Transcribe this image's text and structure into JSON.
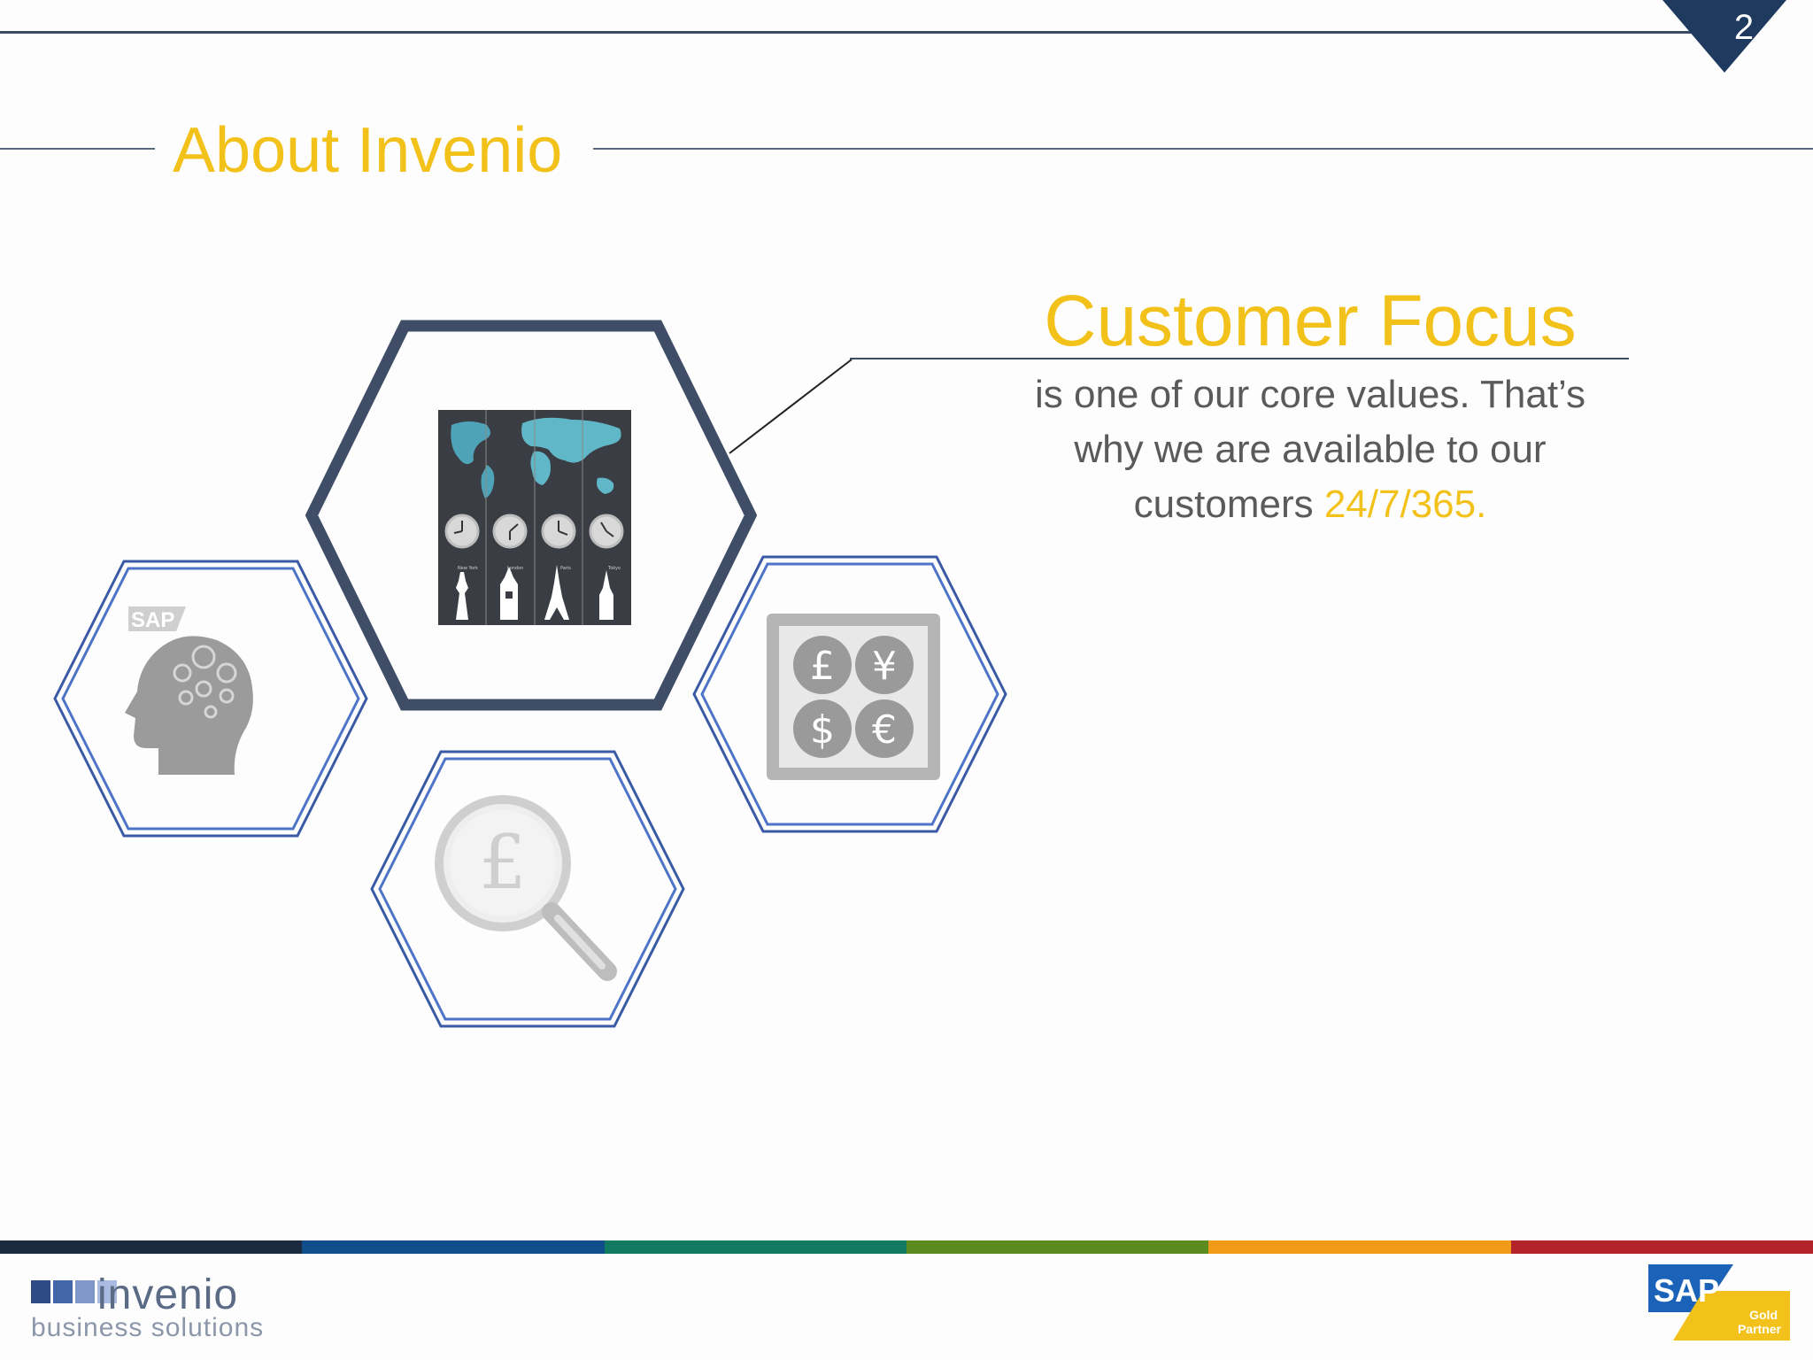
{
  "slide": {
    "page_number": "2",
    "title": "About Invenio"
  },
  "callout": {
    "heading": "Customer Focus",
    "body_line1": "is one of our core values. That’s",
    "body_line2": "why we are available to our",
    "body_line3_prefix": "customers ",
    "body_highlight": "24/7/365."
  },
  "hexagons": [
    {
      "icon": "world-clock-icon",
      "city_labels": [
        "New York",
        "London",
        "Paris",
        "Tokyo"
      ]
    },
    {
      "icon": "head-gears-icon",
      "badge": "SAP"
    },
    {
      "icon": "currency-icon",
      "symbols": [
        "£",
        "¥",
        "$",
        "€"
      ]
    },
    {
      "icon": "magnifier-pound-icon",
      "symbol": "£"
    }
  ],
  "footer": {
    "logo_word": "invenio",
    "logo_sub": "business solutions",
    "partner_badge_text": "SAP",
    "partner_badge_tier_1": "Gold",
    "partner_badge_tier_2": "Partner",
    "color_bar": [
      "#1b2a3e",
      "#0f4e8a",
      "#137a62",
      "#5b8a1e",
      "#ef9a19",
      "#b3232a"
    ]
  },
  "colors": {
    "accent_yellow": "#f2c21b",
    "navy": "#3d4b63",
    "hex_blue": "#2f55a4"
  }
}
